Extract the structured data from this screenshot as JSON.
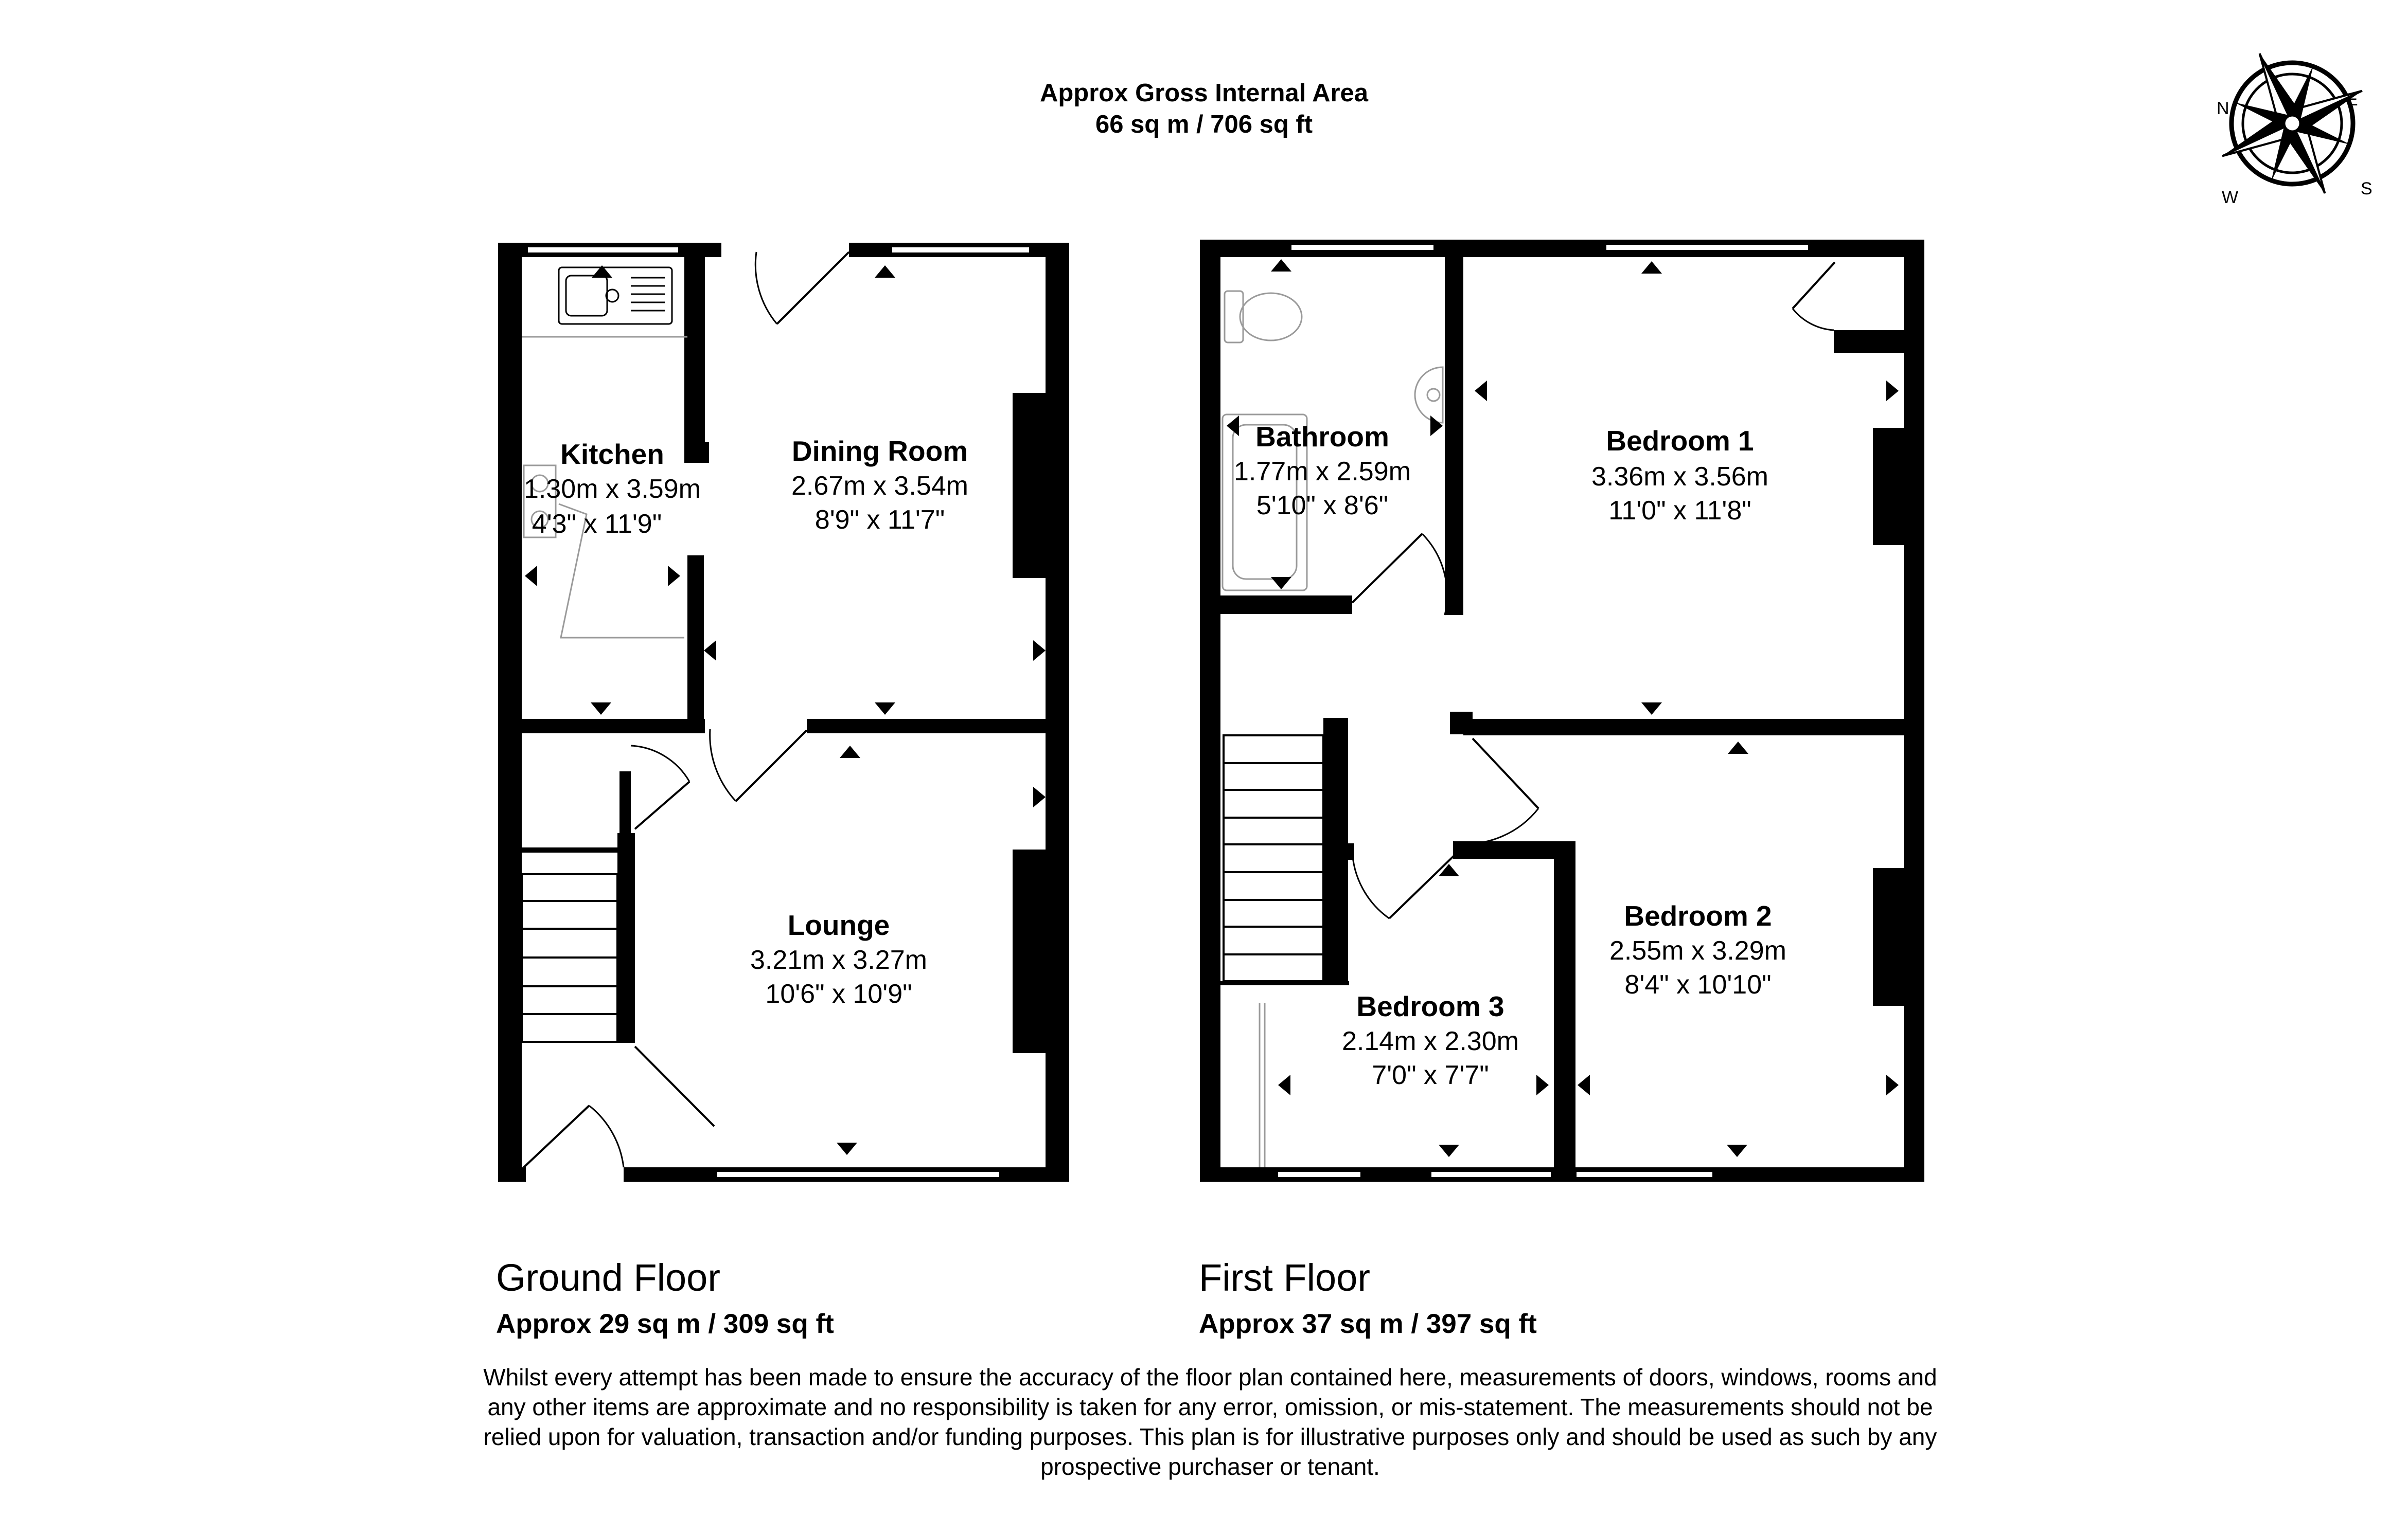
{
  "header": {
    "line1": "Approx Gross Internal Area",
    "line2": "66 sq m / 706 sq ft"
  },
  "compass": {
    "n": "N",
    "e": "E",
    "s": "S",
    "w": "W"
  },
  "ground_floor": {
    "title": "Ground Floor",
    "area": "Approx 29 sq m / 309 sq ft",
    "rooms": {
      "kitchen": {
        "name": "Kitchen",
        "metric": "1.30m x 3.59m",
        "imperial": "4'3\" x 11'9\""
      },
      "dining": {
        "name": "Dining Room",
        "metric": "2.67m x 3.54m",
        "imperial": "8'9\" x 11'7\""
      },
      "lounge": {
        "name": "Lounge",
        "metric": "3.21m x 3.27m",
        "imperial": "10'6\" x 10'9\""
      }
    }
  },
  "first_floor": {
    "title": "First Floor",
    "area": "Approx 37 sq m / 397 sq ft",
    "rooms": {
      "bathroom": {
        "name": "Bathroom",
        "metric": "1.77m x 2.59m",
        "imperial": "5'10\" x 8'6\""
      },
      "bedroom1": {
        "name": "Bedroom 1",
        "metric": "3.36m x 3.56m",
        "imperial": "11'0\" x 11'8\""
      },
      "bedroom2": {
        "name": "Bedroom 2",
        "metric": "2.55m x 3.29m",
        "imperial": "8'4\" x 10'10\""
      },
      "bedroom3": {
        "name": "Bedroom 3",
        "metric": "2.14m x 2.30m",
        "imperial": "7'0\" x 7'7\""
      }
    }
  },
  "disclaimer": [
    "Whilst every attempt has been made to ensure the accuracy of the floor plan contained here, measurements of doors, windows, rooms and",
    "any other items are approximate and no responsibility is taken for any error, omission, or mis-statement. The measurements should not be",
    "relied upon for valuation, transaction and/or funding purposes. This plan is for illustrative purposes only and should be used as such by any",
    "prospective purchaser or tenant."
  ]
}
